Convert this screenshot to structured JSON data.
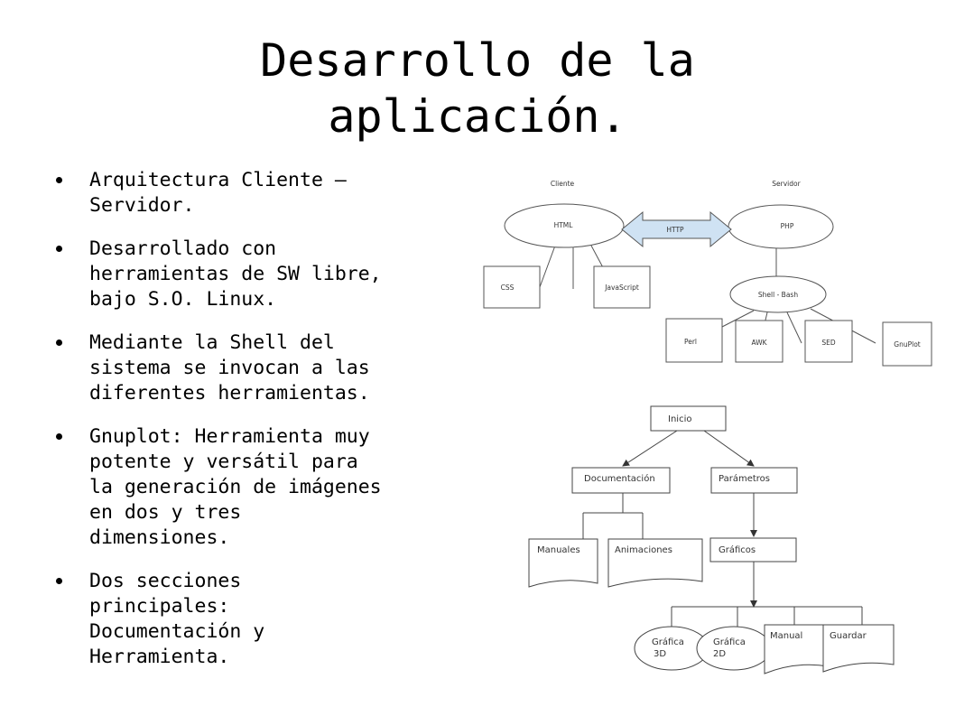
{
  "slide": {
    "title_line1": "Desarrollo de la",
    "title_line2": "aplicación."
  },
  "bullets": [
    "Arquitectura Cliente –\nServidor.",
    "Desarrollado con\nherramientas de SW libre,\nbajo S.O. Linux.",
    "Mediante la Shell del\nsistema se invocan a las\ndiferentes herramientas.",
    "Gnuplot: Herramienta muy\npotente y versátil para\nla generación de imágenes\nen dos y tres\ndimensiones.",
    "Dos secciones\nprincipales:\nDocumentación y\nHerramienta."
  ],
  "architecture": {
    "client_label": "Cliente",
    "server_label": "Servidor",
    "html": "HTML",
    "http": "HTTP",
    "php": "PHP",
    "css": "CSS",
    "javascript": "JavaScript",
    "shell": "Shell - Bash",
    "perl": "Perl",
    "awk": "AWK",
    "sed": "SED",
    "gnuplot": "GnuPlot"
  },
  "flow": {
    "inicio": "Inicio",
    "documentacion": "Documentación",
    "parametros": "Parámetros",
    "manuales": "Manuales",
    "animaciones": "Animaciones",
    "graficos": "Gráficos",
    "grafica3d_l1": "Gráfica",
    "grafica3d_l2": "3D",
    "grafica2d_l1": "Gráfica",
    "grafica2d_l2": "2D",
    "manual": "Manual",
    "guardar": "Guardar"
  },
  "colors": {
    "http_arrow_fill": "#cfe2f3",
    "diagram_stroke": "#555555"
  }
}
